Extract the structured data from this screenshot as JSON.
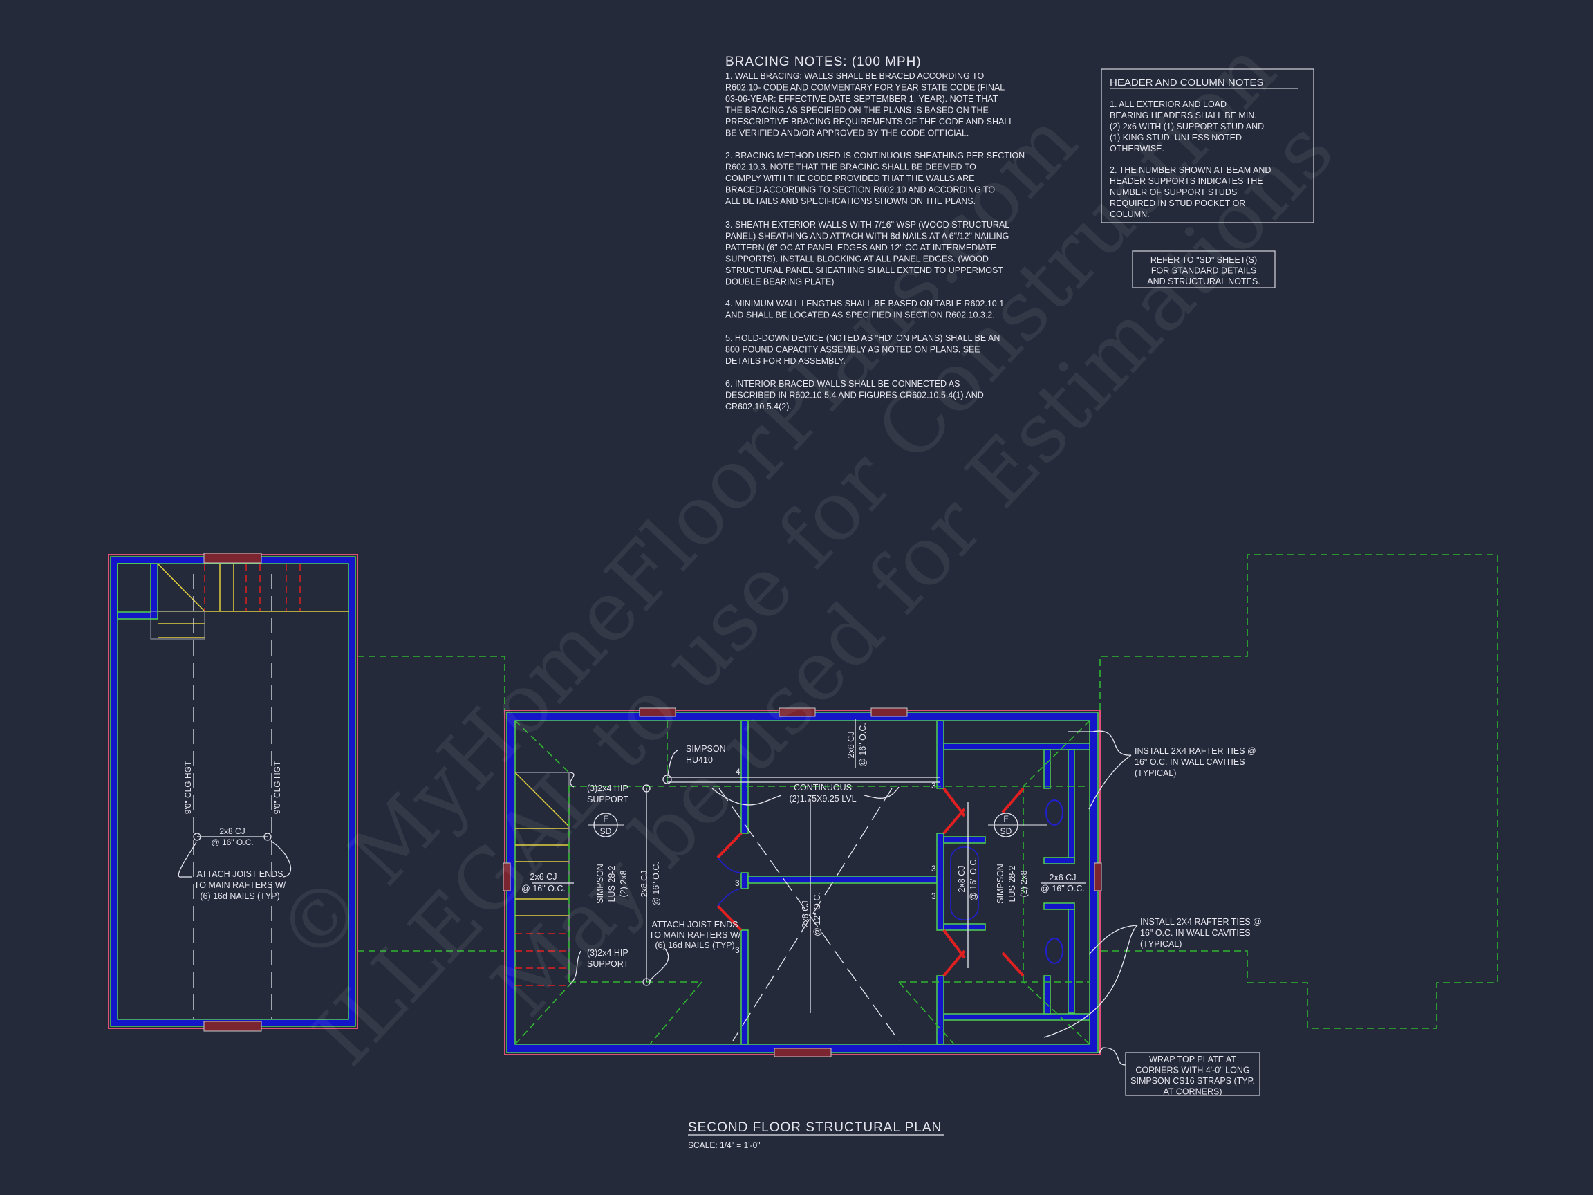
{
  "bracing": {
    "title": "BRACING NOTES: (100 MPH)",
    "p1": [
      "1. WALL BRACING: WALLS SHALL BE BRACED ACCORDING TO",
      "R602.10- CODE AND COMMENTARY FOR YEAR STATE CODE (FINAL",
      "03-06-YEAR: EFFECTIVE DATE SEPTEMBER 1, YEAR). NOTE THAT",
      "THE BRACING AS SPECIFIED ON THE PLANS IS BASED ON THE",
      "PRESCRIPTIVE BRACING REQUIREMENTS OF THE CODE AND SHALL",
      "BE VERIFIED AND/OR APPROVED BY THE CODE OFFICIAL."
    ],
    "p2": [
      "2. BRACING METHOD USED IS CONTINUOUS SHEATHING PER SECTION",
      "R602.10.3. NOTE THAT THE BRACING SHALL BE DEEMED TO",
      "COMPLY WITH THE CODE PROVIDED THAT THE WALLS ARE",
      "BRACED ACCORDING TO SECTION R602.10 AND ACCORDING TO",
      "ALL DETAILS AND SPECIFICATIONS SHOWN ON THE PLANS."
    ],
    "p3": [
      "3. SHEATH EXTERIOR WALLS WITH 7/16\" WSP (WOOD STRUCTURAL",
      "PANEL) SHEATHING AND ATTACH WITH 8d NAILS AT A 6\"/12\" NAILING",
      "PATTERN (6\" OC AT PANEL EDGES AND 12\" OC AT INTERMEDIATE",
      "SUPPORTS). INSTALL BLOCKING AT ALL PANEL EDGES. (WOOD",
      "STRUCTURAL PANEL SHEATHING SHALL EXTEND TO UPPERMOST",
      "DOUBLE BEARING PLATE)"
    ],
    "p4": [
      "4. MINIMUM WALL LENGTHS SHALL BE BASED ON TABLE R602.10.1",
      "AND SHALL BE LOCATED AS SPECIFIED IN SECTION R602.10.3.2."
    ],
    "p5": [
      "5. HOLD-DOWN DEVICE (NOTED AS \"HD\" ON PLANS) SHALL BE AN",
      "800 POUND CAPACITY ASSEMBLY AS NOTED ON PLANS. SEE",
      "DETAILS FOR HD ASSEMBLY."
    ],
    "p6": [
      "6. INTERIOR BRACED WALLS SHALL BE CONNECTED AS",
      "DESCRIBED IN R602.10.5.4 AND FIGURES CR602.10.5.4(1) AND",
      "CR602.10.5.4(2)."
    ]
  },
  "header_notes": {
    "title": "HEADER AND COLUMN NOTES",
    "p1": [
      "1. ALL EXTERIOR AND LOAD",
      "BEARING HEADERS SHALL BE MIN.",
      "(2) 2x6 WITH (1) SUPPORT STUD AND",
      "(1) KING STUD, UNLESS NOTED",
      "OTHERWISE."
    ],
    "p2": [
      "2. THE NUMBER SHOWN AT BEAM AND",
      "HEADER SUPPORTS INDICATES THE",
      "NUMBER OF SUPPORT STUDS",
      "REQUIRED IN STUD POCKET OR",
      "COLUMN."
    ]
  },
  "refer_note": [
    "REFER TO \"SD\" SHEET(S)",
    "FOR STANDARD DETAILS",
    "AND STRUCTURAL NOTES."
  ],
  "wrap_note": [
    "WRAP TOP PLATE AT",
    "CORNERS WITH 4'-0\" LONG",
    "SIMPSON CS16 STRAPS (TYP.",
    "AT CORNERS)"
  ],
  "garage": {
    "clg_left": "9'0\" CLG HGT",
    "clg_right": "9'0\" CLG HGT",
    "cj": "2x8 CJ",
    "cj_spacing": "@ 16\" O.C.",
    "attach": [
      "ATTACH JOIST ENDS",
      "TO MAIN RAFTERS W/",
      "(6) 16d NAILS (TYP)"
    ]
  },
  "plan": {
    "simpson_hu": [
      "SIMPSON",
      "HU410"
    ],
    "hip_top": [
      "(3)2x4 HIP",
      "SUPPORT"
    ],
    "hip_bottom": [
      "(3)2x4 HIP",
      "SUPPORT"
    ],
    "sd_left": {
      "top": "F",
      "bottom": "SD"
    },
    "sd_right": {
      "top": "F",
      "bottom": "SD"
    },
    "cj_left_stair": [
      "2x6 CJ",
      "@ 16\" O.C."
    ],
    "lus_left": [
      "SIMPSON",
      "LUS 28-2",
      "(2) 2x8"
    ],
    "cj_left_main": [
      "2x8 CJ",
      "@ 16\" O.C."
    ],
    "lvl": [
      "CONTINUOUS",
      "(2)1.75X9.25 LVL"
    ],
    "cj_top": [
      "2x6 CJ",
      "@ 16\" O.C."
    ],
    "attach": [
      "ATTACH JOIST ENDS",
      "TO MAIN RAFTERS W/",
      "(6) 16d NAILS (TYP)"
    ],
    "cj_center": [
      "2x8 CJ",
      "@ 12\" O.C."
    ],
    "cj_bath": [
      "2x8 CJ",
      "@ 16\" O.C."
    ],
    "lus_right": [
      "SIMPSON",
      "LUS 28-2",
      "(2) 2x8"
    ],
    "cj_right": [
      "2x6 CJ",
      "@ 16\" O.C."
    ],
    "rafter_ties_top": [
      "INSTALL 2X4 RAFTER TIES @",
      "16\" O.C. IN WALL CAVITIES",
      "(TYPICAL)"
    ],
    "rafter_ties_bottom": [
      "INSTALL 2X4 RAFTER TIES @",
      "16\" O.C. IN WALL CAVITIES",
      "(TYPICAL)"
    ],
    "stud_counts": [
      "4",
      "3",
      "3",
      "3",
      "3",
      "3"
    ]
  },
  "title": {
    "name": "SECOND FLOOR STRUCTURAL PLAN",
    "scale": "SCALE: 1/4\" = 1'-0\""
  },
  "watermark": [
    "© MyHomeFloorPlans.com",
    "ILLEGAL to use for Construction",
    "May be used for Estimations"
  ],
  "colors": {
    "background": "#252a3b",
    "wall": "#1414c8",
    "wall_edge": "#4fd14f",
    "roof_line": "#2fb52f",
    "door": "#e02020",
    "text": "#e6e6ee"
  }
}
